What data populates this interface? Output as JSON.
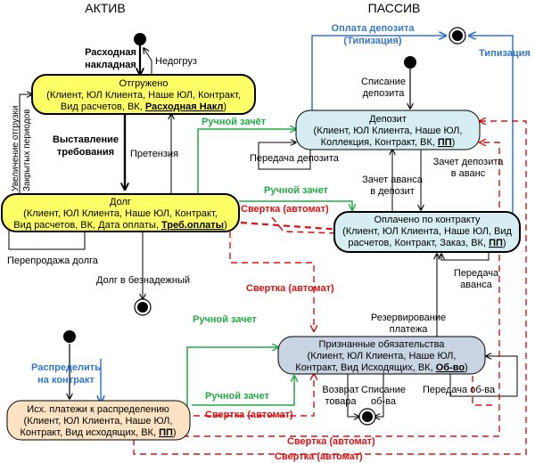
{
  "headers": {
    "active": "АКТИВ",
    "passive": "ПАССИВ"
  },
  "states": {
    "shipped": {
      "title": "Отгружено",
      "l1": "(Клиент, ЮЛ Клиента, Наше ЮЛ, Контракт,",
      "l2a": "Вид расчетов, ВК, ",
      "l2b": "Расходная Накл",
      "l2c": ")"
    },
    "debt": {
      "title": "Долг",
      "l1": "(Клиент, ЮЛ Клиента, Наше ЮЛ, Контракт,",
      "l2a": "Вид расчетов, ВК, Дата оплаты, ",
      "l2b": "Треб.оплаты",
      "l2c": ")"
    },
    "deposit": {
      "title": "Депозит",
      "l1": "(Клиент, ЮЛ Клиента, Наше ЮЛ,",
      "l2a": "Коллекция, Контракт, ВК, ",
      "l2b": "ПП",
      "l2c": ")"
    },
    "paid": {
      "title": "Оплачено по контракту",
      "l1": "(Клиент, ЮЛ Клиента, Наше ЮЛ, Вид",
      "l2a": "расчетов, Контракт, Заказ, ВК, ",
      "l2b": "ПП",
      "l2c": ")"
    },
    "obligations": {
      "title": "Признанные обязательства",
      "l1": "(Клиент, ЮЛ Клиента, Наше ЮЛ,",
      "l2a": "Контракт, Вид Исходящих, ВК, ",
      "l2b": "Об-во",
      "l2c": ")"
    },
    "outgoing": {
      "title": "Исх. платежи к распределению",
      "l1": "(Клиент, ЮЛ Клиента, Наше ЮЛ,",
      "l2a": "Контракт, Вид исходящих, ВК, ",
      "l2b": "ПП",
      "l2c": ")"
    }
  },
  "labels": {
    "expense_invoice_1": "Расходная",
    "expense_invoice_2": "накладная",
    "undershipment": "Недогруз",
    "increase_shipment": "Увеличение отгрузки",
    "closed_periods": "Закрытых периодов",
    "demand_1": "Выставление",
    "demand_2": "требования",
    "claim": "Претензия",
    "manual_offset_top": "Ручной зачёт",
    "manual_offset_mid": "Ручной зачет",
    "manual_offset_left": "Ручной зачет",
    "manual_offset_bottom": "Ручной зачет",
    "collapse_auto_1": "Свертка (автомат)",
    "collapse_auto_2": "Свертка (автомат)",
    "collapse_auto_3": "Свертка (автомат)",
    "collapse_auto_4": "Свертка (автомат)",
    "collapse_auto_5": "Свертка (автомат)",
    "debt_resale": "Перепродажа долга",
    "bad_debt": "Долг в безнадежный",
    "deposit_payment_1": "Оплата депозита",
    "deposit_payment_2": "(Типизация)",
    "typification": "Типизация",
    "deposit_writeoff_1": "Списание",
    "deposit_writeoff_2": "депозита",
    "deposit_transfer": "Передача депозита",
    "advance_to_deposit_1": "Зачет аванса",
    "advance_to_deposit_2": "в депозит",
    "deposit_to_advance_1": "Зачет депозита",
    "deposit_to_advance_2": "в аванс",
    "advance_transfer_1": "Передача",
    "advance_transfer_2": "аванса",
    "reserve_payment_1": "Резервирование",
    "reserve_payment_2": "платежа",
    "distribute_1": "Распределить",
    "distribute_2": "на контракт",
    "goods_return_1": "Возврат",
    "goods_return_2": "товара",
    "obligation_writeoff_1": "Списание",
    "obligation_writeoff_2": "об-ва",
    "obligation_transfer": "Передача об-ва"
  },
  "colors": {
    "yellow": "#ffff66",
    "light_blue": "#d6eef2",
    "gray_blue": "#c8d4e2",
    "peach": "#fde3c4",
    "green": "#22aa44",
    "red": "#dd1111",
    "blue": "#3377cc"
  }
}
